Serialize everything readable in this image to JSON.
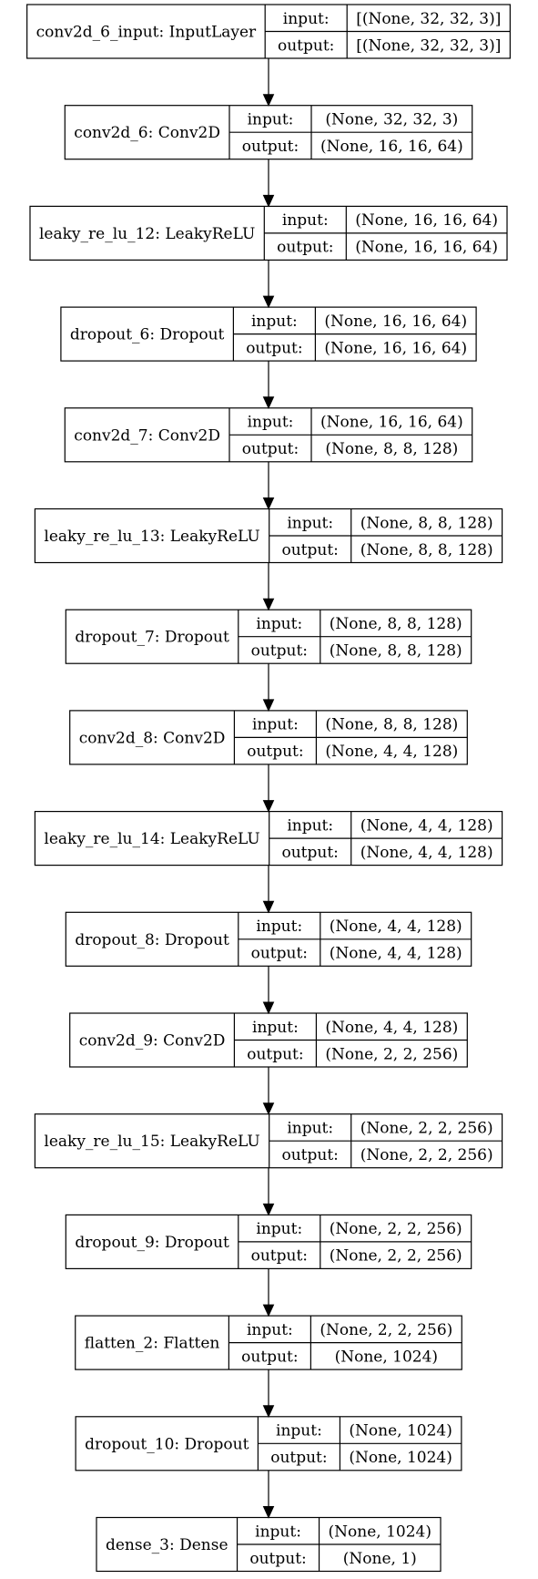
{
  "colors": {
    "background": "#ffffff",
    "stroke": "#000000",
    "text": "#000000"
  },
  "nodes": [
    {
      "name": "conv2d_6_input: InputLayer",
      "input_label": "input:",
      "output_label": "output:",
      "input_shape": "[(None, 32, 32, 3)]",
      "output_shape": "[(None, 32, 32, 3)]"
    },
    {
      "name": "conv2d_6: Conv2D",
      "input_label": "input:",
      "output_label": "output:",
      "input_shape": "(None, 32, 32, 3)",
      "output_shape": "(None, 16, 16, 64)"
    },
    {
      "name": "leaky_re_lu_12: LeakyReLU",
      "input_label": "input:",
      "output_label": "output:",
      "input_shape": "(None, 16, 16, 64)",
      "output_shape": "(None, 16, 16, 64)"
    },
    {
      "name": "dropout_6: Dropout",
      "input_label": "input:",
      "output_label": "output:",
      "input_shape": "(None, 16, 16, 64)",
      "output_shape": "(None, 16, 16, 64)"
    },
    {
      "name": "conv2d_7: Conv2D",
      "input_label": "input:",
      "output_label": "output:",
      "input_shape": "(None, 16, 16, 64)",
      "output_shape": "(None, 8, 8, 128)"
    },
    {
      "name": "leaky_re_lu_13: LeakyReLU",
      "input_label": "input:",
      "output_label": "output:",
      "input_shape": "(None, 8, 8, 128)",
      "output_shape": "(None, 8, 8, 128)"
    },
    {
      "name": "dropout_7: Dropout",
      "input_label": "input:",
      "output_label": "output:",
      "input_shape": "(None, 8, 8, 128)",
      "output_shape": "(None, 8, 8, 128)"
    },
    {
      "name": "conv2d_8: Conv2D",
      "input_label": "input:",
      "output_label": "output:",
      "input_shape": "(None, 8, 8, 128)",
      "output_shape": "(None, 4, 4, 128)"
    },
    {
      "name": "leaky_re_lu_14: LeakyReLU",
      "input_label": "input:",
      "output_label": "output:",
      "input_shape": "(None, 4, 4, 128)",
      "output_shape": "(None, 4, 4, 128)"
    },
    {
      "name": "dropout_8: Dropout",
      "input_label": "input:",
      "output_label": "output:",
      "input_shape": "(None, 4, 4, 128)",
      "output_shape": "(None, 4, 4, 128)"
    },
    {
      "name": "conv2d_9: Conv2D",
      "input_label": "input:",
      "output_label": "output:",
      "input_shape": "(None, 4, 4, 128)",
      "output_shape": "(None, 2, 2, 256)"
    },
    {
      "name": "leaky_re_lu_15: LeakyReLU",
      "input_label": "input:",
      "output_label": "output:",
      "input_shape": "(None, 2, 2, 256)",
      "output_shape": "(None, 2, 2, 256)"
    },
    {
      "name": "dropout_9: Dropout",
      "input_label": "input:",
      "output_label": "output:",
      "input_shape": "(None, 2, 2, 256)",
      "output_shape": "(None, 2, 2, 256)"
    },
    {
      "name": "flatten_2: Flatten",
      "input_label": "input:",
      "output_label": "output:",
      "input_shape": "(None, 2, 2, 256)",
      "output_shape": "(None, 1024)"
    },
    {
      "name": "dropout_10: Dropout",
      "input_label": "input:",
      "output_label": "output:",
      "input_shape": "(None, 1024)",
      "output_shape": "(None, 1024)"
    },
    {
      "name": "dense_3: Dense",
      "input_label": "input:",
      "output_label": "output:",
      "input_shape": "(None, 1024)",
      "output_shape": "(None, 1)"
    }
  ],
  "edges": [
    {
      "from": 0,
      "to": 1
    },
    {
      "from": 1,
      "to": 2
    },
    {
      "from": 2,
      "to": 3
    },
    {
      "from": 3,
      "to": 4
    },
    {
      "from": 4,
      "to": 5
    },
    {
      "from": 5,
      "to": 6
    },
    {
      "from": 6,
      "to": 7
    },
    {
      "from": 7,
      "to": 8
    },
    {
      "from": 8,
      "to": 9
    },
    {
      "from": 9,
      "to": 10
    },
    {
      "from": 10,
      "to": 11
    },
    {
      "from": 11,
      "to": 12
    },
    {
      "from": 12,
      "to": 13
    },
    {
      "from": 13,
      "to": 14
    },
    {
      "from": 14,
      "to": 15
    }
  ]
}
